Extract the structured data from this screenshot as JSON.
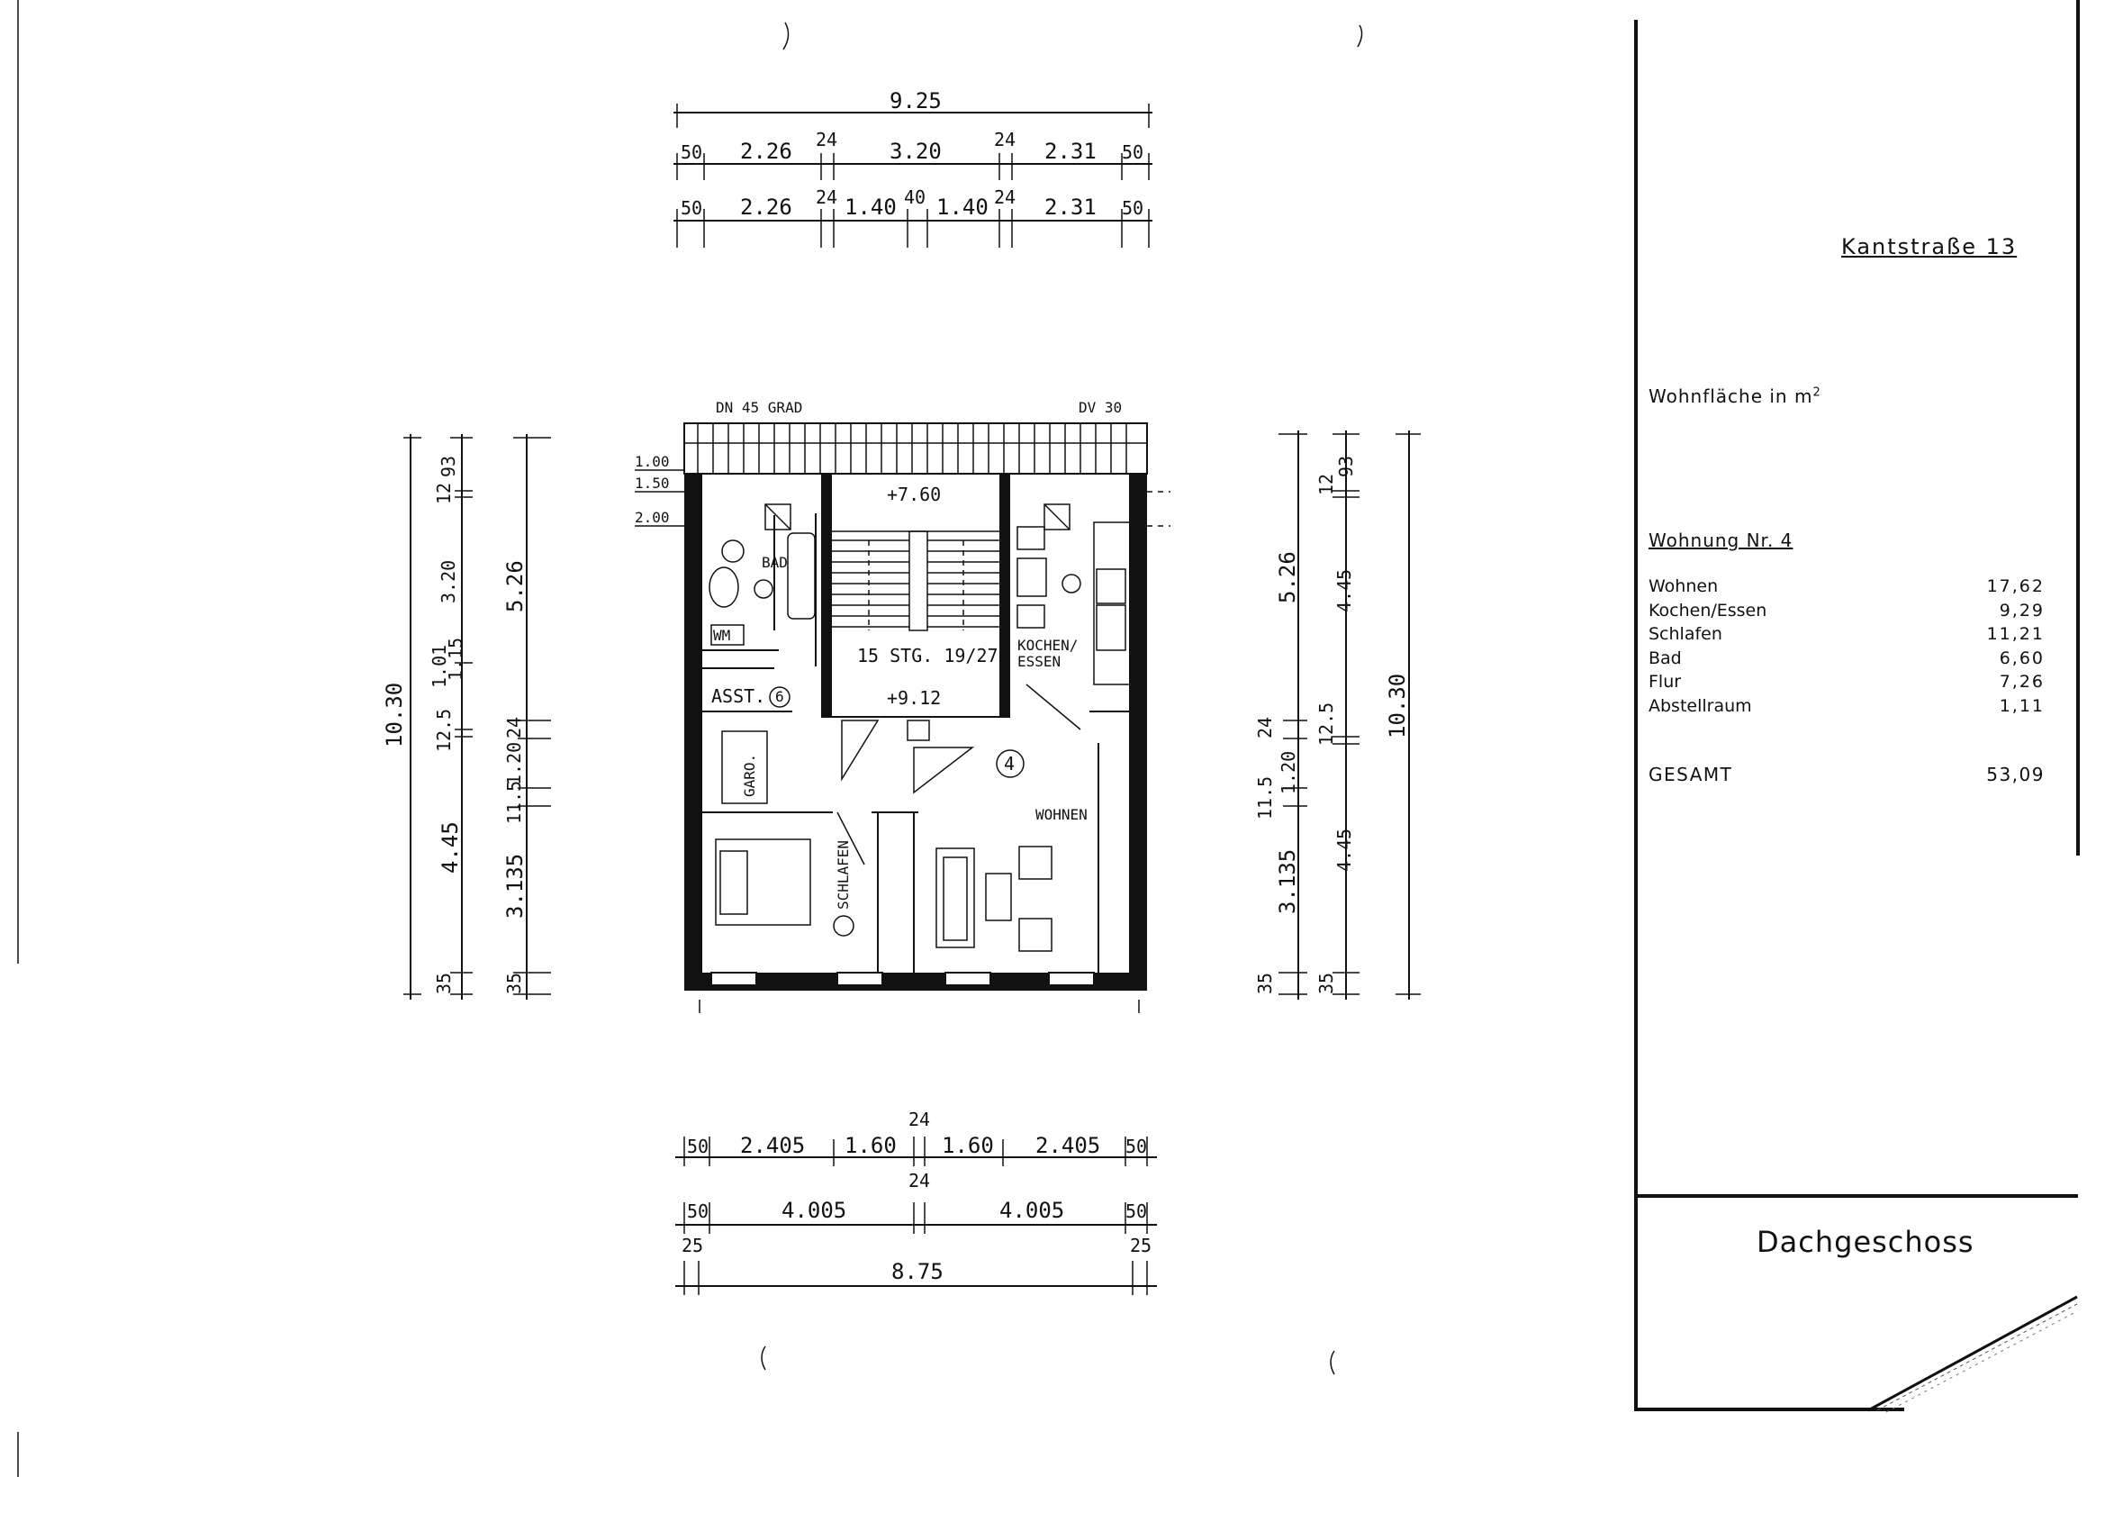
{
  "title_block": {
    "address": "Kantstraße 13",
    "area_heading": "Wohnfläche in m",
    "area_unit_exponent": "2",
    "unit_title": "Wohnung Nr. 4",
    "rooms": [
      {
        "name": "Wohnen",
        "area": "17,62"
      },
      {
        "name": "Kochen/Essen",
        "area": "9,29"
      },
      {
        "name": "Schlafen",
        "area": "11,21"
      },
      {
        "name": "Bad",
        "area": "6,60"
      },
      {
        "name": "Flur",
        "area": "7,26"
      },
      {
        "name": "Abstellraum",
        "area": "1,11"
      }
    ],
    "total_label": "GESAMT",
    "total_value": "53,09",
    "floor_name": "Dachgeschoss"
  },
  "top_dimensions": {
    "overall": "9.25",
    "row1": [
      "50",
      "2.26",
      "24",
      "3.20",
      "24",
      "2.31",
      "50"
    ],
    "row2": [
      "50",
      "2.26",
      "24",
      "1.40",
      "40",
      "1.40",
      "24",
      "2.31",
      "50"
    ]
  },
  "bottom_dimensions": {
    "row1": [
      "50",
      "2.405",
      "1.60",
      "24",
      "1.60",
      "2.405",
      "50"
    ],
    "row2": [
      "50",
      "4.005",
      "24",
      "4.005",
      "50"
    ],
    "row3": [
      "25",
      "8.75",
      "25"
    ]
  },
  "left_dimensions": {
    "overall": "10.30",
    "inner": [
      "12",
      "93",
      "3.20",
      "12.5",
      "1.01",
      "1.15",
      "4.45",
      "35"
    ],
    "outer": [
      "5.26",
      "24",
      "1.20",
      "11.5",
      "3.135",
      "35"
    ]
  },
  "right_dimensions": {
    "overall": "10.30",
    "inner": [
      "12",
      "93",
      "4.45",
      "12.5",
      "4.45",
      "35"
    ],
    "outer": [
      "5.26",
      "24",
      "1.20",
      "11.5",
      "3.135",
      "35"
    ]
  },
  "plan": {
    "roof_left": "DN 45 GRAD",
    "roof_right": "DV 30",
    "heights": [
      "1.00",
      "1.50",
      "2.00"
    ],
    "stair_top": "+7.60",
    "stair_label": "15 STG. 19/27",
    "stair_bottom": "+9.12",
    "room_bad": "BAD",
    "room_wm": "WM",
    "room_asst": "ASST.",
    "room_garo": "GARO.",
    "room_schlafen": "SCHLAFEN",
    "room_kochen": "KOCHEN/",
    "room_essen": "ESSEN",
    "room_wohnen": "WOHNEN",
    "unit_number": "4",
    "radiator_mark": "6"
  }
}
